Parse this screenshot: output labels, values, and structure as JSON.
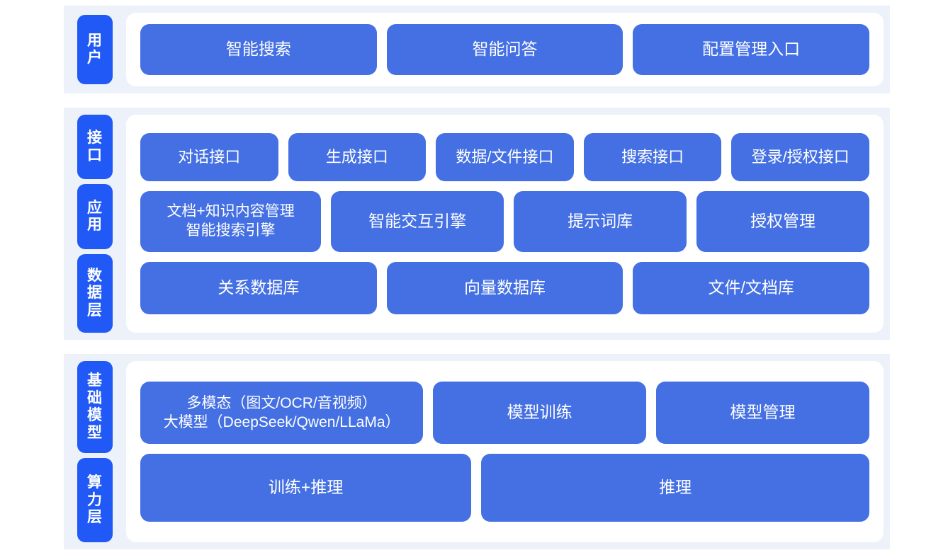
{
  "theme": {
    "tab_blue": "#2059f5",
    "box_blue": "#4470e3",
    "band_blue": "#edf1fa",
    "card_white": "#ffffff",
    "page_background": "#ffffff"
  },
  "sections": {
    "user": {
      "tab": "用户",
      "boxes": [
        "智能搜索",
        "智能问答",
        "配置管理入口"
      ]
    },
    "middle": {
      "tabs": [
        "接口",
        "应用",
        "数据层"
      ],
      "interface_row": [
        "对话接口",
        "生成接口",
        "数据/文件接口",
        "搜索接口",
        "登录/授权接口"
      ],
      "application_row": [
        "文档+知识内容管理\n智能搜索引擎",
        "智能交互引擎",
        "提示词库",
        "授权管理"
      ],
      "data_row": [
        "关系数据库",
        "向量数据库",
        "文件/文档库"
      ]
    },
    "base": {
      "tabs": [
        "基础模型",
        "算力层"
      ],
      "model_row": [
        "多模态（图文/OCR/音视频）\n大模型（DeepSeek/Qwen/LLaMa）",
        "模型训练",
        "模型管理"
      ],
      "compute_row": [
        "训练+推理",
        "推理"
      ]
    }
  }
}
